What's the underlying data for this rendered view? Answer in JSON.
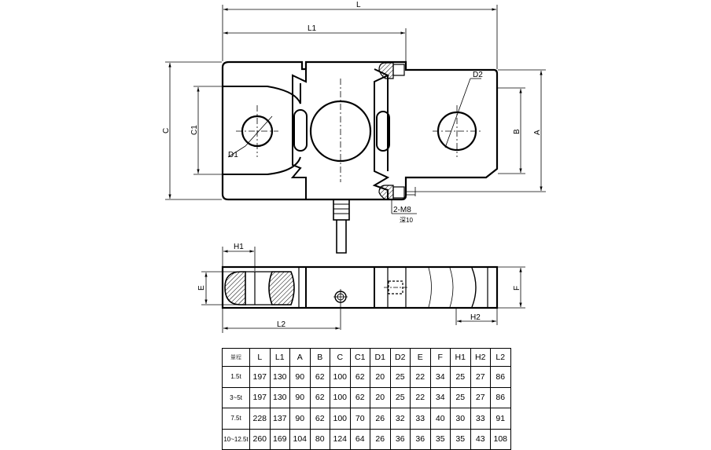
{
  "top_view": {
    "labels": {
      "L": "L",
      "L1": "L1",
      "A": "A",
      "B": "B",
      "C": "C",
      "C1": "C1",
      "D1": "D1",
      "D2": "D2",
      "thread": "2-M8",
      "thread_depth": "深10"
    }
  },
  "side_view": {
    "labels": {
      "H1": "H1",
      "H2": "H2",
      "E": "E",
      "F": "F",
      "L2": "L2"
    }
  },
  "table": {
    "corner": "量程",
    "headers": [
      "L",
      "L1",
      "A",
      "B",
      "C",
      "C1",
      "D1",
      "D2",
      "E",
      "F",
      "H1",
      "H2",
      "L2"
    ],
    "rows": [
      {
        "model": "1.5t",
        "values": [
          "197",
          "130",
          "90",
          "62",
          "100",
          "62",
          "20",
          "25",
          "22",
          "34",
          "25",
          "27",
          "86"
        ]
      },
      {
        "model": "3~5t",
        "values": [
          "197",
          "130",
          "90",
          "62",
          "100",
          "62",
          "20",
          "25",
          "22",
          "34",
          "25",
          "27",
          "86"
        ]
      },
      {
        "model": "7.5t",
        "values": [
          "228",
          "137",
          "90",
          "62",
          "100",
          "70",
          "26",
          "32",
          "33",
          "40",
          "30",
          "33",
          "91"
        ]
      },
      {
        "model": "10~12.5t",
        "values": [
          "260",
          "169",
          "104",
          "80",
          "124",
          "64",
          "26",
          "36",
          "36",
          "35",
          "35",
          "43",
          "108"
        ]
      }
    ]
  }
}
